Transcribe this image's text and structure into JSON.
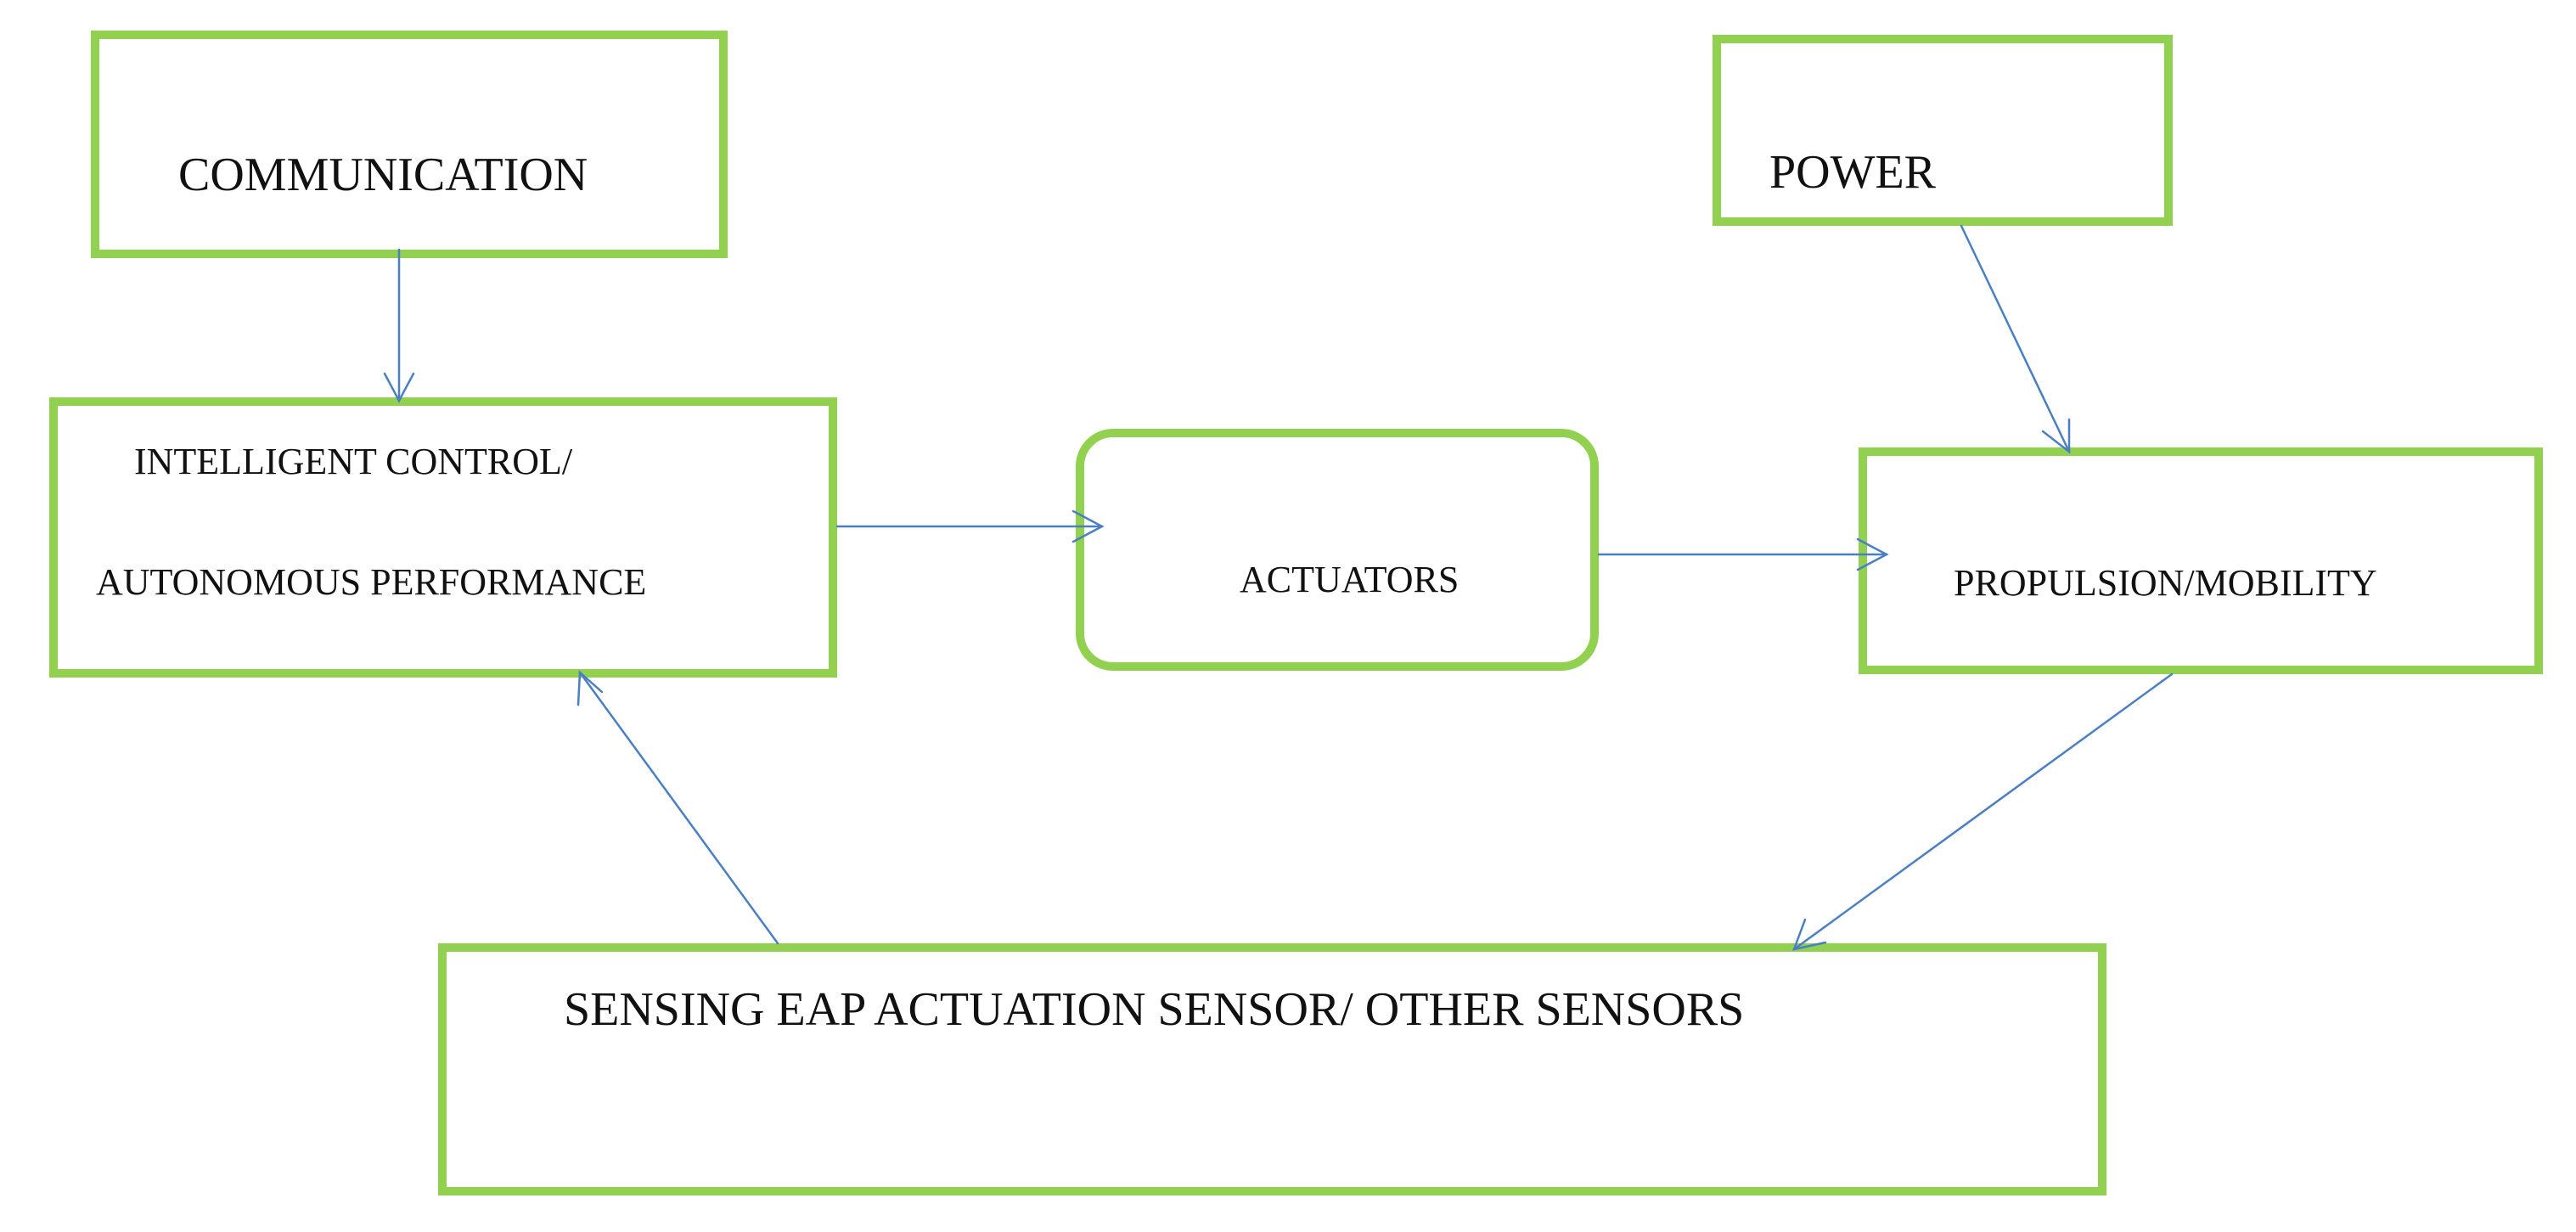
{
  "diagram": {
    "nodes": {
      "communication": {
        "label": "COMMUNICATION"
      },
      "power": {
        "label": "POWER"
      },
      "intelligent_control": {
        "line1": "INTELLIGENT CONTROL/",
        "line2": "AUTONOMOUS PERFORMANCE"
      },
      "actuators": {
        "label": "ACTUATORS"
      },
      "propulsion": {
        "label": "PROPULSION/MOBILITY"
      },
      "sensing": {
        "label": "SENSING EAP ACTUATION SENSOR/ OTHER SENSORS"
      }
    },
    "edges": [
      {
        "from": "COMMUNICATION",
        "to": "INTELLIGENT CONTROL/ AUTONOMOUS PERFORMANCE"
      },
      {
        "from": "POWER",
        "to": "PROPULSION/MOBILITY"
      },
      {
        "from": "INTELLIGENT CONTROL/ AUTONOMOUS PERFORMANCE",
        "to": "ACTUATORS"
      },
      {
        "from": "ACTUATORS",
        "to": "PROPULSION/MOBILITY"
      },
      {
        "from": "PROPULSION/MOBILITY",
        "to": "SENSING EAP ACTUATION SENSOR/ OTHER SENSORS"
      },
      {
        "from": "SENSING EAP ACTUATION SENSOR/ OTHER SENSORS",
        "to": "INTELLIGENT CONTROL/ AUTONOMOUS PERFORMANCE"
      }
    ],
    "colors": {
      "box_border": "#92d050",
      "arrow": "#4a7fc1",
      "text": "#111111"
    }
  }
}
